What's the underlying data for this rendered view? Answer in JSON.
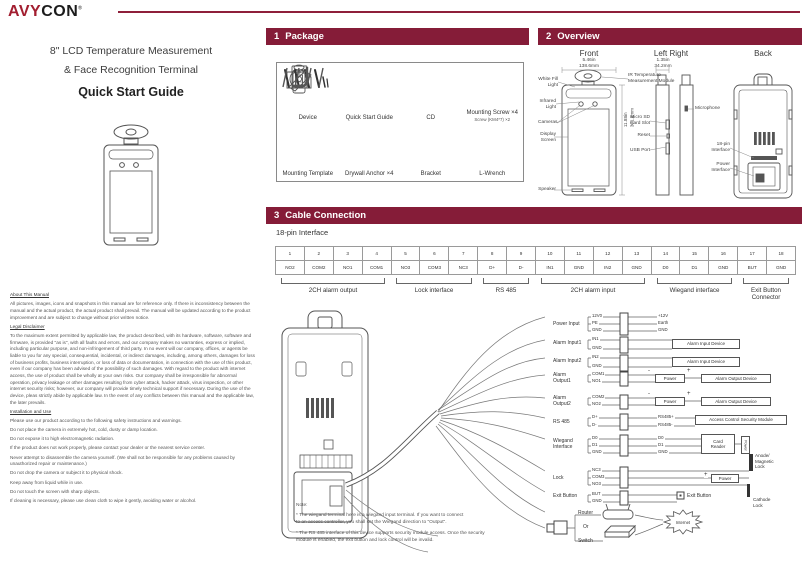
{
  "colors": {
    "brand_red": "#a21e30",
    "bar_maroon": "#851c38"
  },
  "header": {
    "logo_red": "AVY",
    "logo_black": "CON",
    "logo_reg": "®"
  },
  "intro": {
    "title_line1": "8\" LCD Temperature Measurement",
    "title_line2": "& Face Recognition Terminal",
    "title_line3": "Quick Start Guide"
  },
  "sections": {
    "s1_num": "1",
    "s1_label": "Package",
    "s2_num": "2",
    "s2_label": "Overview",
    "s3_num": "3",
    "s3_label": "Cable Connection"
  },
  "package": {
    "items": [
      {
        "label": "Device"
      },
      {
        "label": "Quick Start Guide"
      },
      {
        "label": "CD"
      },
      {
        "label": "Mounting Screw ×4",
        "sub": "Screw (KM4*7) ×2"
      },
      {
        "label": "Mounting Template"
      },
      {
        "label": "Drywall Anchor ×4"
      },
      {
        "label": "Bracket"
      },
      {
        "label": "L-Wrench"
      }
    ]
  },
  "overview": {
    "front_title": "Front",
    "side_title": "Left Right",
    "back_title": "Back",
    "front_w_in": "5.46in",
    "front_w_mm": "138.6mm",
    "front_h": "11.88in\n301.8mm",
    "side_w_in": "1.35in",
    "side_w_mm": "34.2mm",
    "white_fill_light": "White Fill\nLight",
    "infrared_light": "Infrared\nLight",
    "cameras": "Cameras",
    "display_screen": "Display\nScreen",
    "speaker": "Speaker",
    "ir_module": "IR Temperature\nMeasurement Module",
    "micro_sd": "Micro SD\nCard Slot",
    "reset": "Reset",
    "usb_port": "USB Port",
    "microphone": "Microphone",
    "pin18_interface": "18-pin\nInterface",
    "power_interface": "Power\nInterface"
  },
  "cable": {
    "subtitle": "18-pin Interface",
    "pins": [
      {
        "n": "1",
        "t": "NO2"
      },
      {
        "n": "2",
        "t": "COM2"
      },
      {
        "n": "3",
        "t": "NO1"
      },
      {
        "n": "4",
        "t": "COM1"
      },
      {
        "n": "5",
        "t": "NO3"
      },
      {
        "n": "6",
        "t": "COM3"
      },
      {
        "n": "7",
        "t": "NC3"
      },
      {
        "n": "8",
        "t": "D+"
      },
      {
        "n": "9",
        "t": "D-"
      },
      {
        "n": "10",
        "t": "IN1"
      },
      {
        "n": "11",
        "t": "GND"
      },
      {
        "n": "12",
        "t": "IN2"
      },
      {
        "n": "13",
        "t": "GND"
      },
      {
        "n": "14",
        "t": "D0"
      },
      {
        "n": "15",
        "t": "D1"
      },
      {
        "n": "16",
        "t": "GND"
      },
      {
        "n": "17",
        "t": "BUT"
      },
      {
        "n": "18",
        "t": "GND"
      }
    ],
    "groups": [
      "2CH alarm output",
      "Lock interface",
      "RS 485",
      "2CH alarm input",
      "Wiegand interface",
      "Exit Button\nConnector"
    ],
    "w": {
      "r0_label": "Power Input",
      "r0_p0": "12V0",
      "r0_p1": "PE",
      "r0_p2": "GND",
      "r0_o0": "+12V",
      "r0_o1": "Earth",
      "r0_o2": "GND",
      "r1_label": "Alarm Input1",
      "r1_p0": "IN1",
      "r1_p1": "GND",
      "r1_dev": "Alarm Input Device",
      "r2_label": "Alarm Input2",
      "r2_p0": "IN2",
      "r2_p1": "GND",
      "r2_dev": "Alarm Input Device",
      "r3_label": "Alarm\nOutput1",
      "r3_p0": "COM1",
      "r3_p1": "NO1",
      "r3_pwr": "Power",
      "r3_dev": "Alarm Output Device",
      "r4_label": "Alarm\nOutput2",
      "r4_p0": "COM2",
      "r4_p1": "NO2",
      "r4_pwr": "Power",
      "r4_dev": "Alarm Output Device",
      "r5_label": "RS 485",
      "r5_p0": "D+",
      "r5_p1": "D-",
      "r5_o0": "RS485+",
      "r5_o1": "RS485-",
      "r5_dev": "Access Control Security Module",
      "r6_label": "Wiegand\nInterface",
      "r6_p0": "D0",
      "r6_p1": "D1",
      "r6_p2": "GND",
      "r6_o0": "D0",
      "r6_o1": "D1",
      "r6_o2": "GND",
      "r6_dev": "Card\nReader",
      "r6_pwr": "Power",
      "r7_label": "Lock",
      "r7_p0": "NC3",
      "r7_p1": "COM3",
      "r7_p2": "NO3",
      "r7_pwr": "Power",
      "r7_dev1": "Anode/\nMagnetic\nLock",
      "r7_dev2": "Cathode\nLock",
      "r8_label": "Exit Button",
      "r8_p0": "BUT",
      "r8_p1": "GND",
      "r8_dev": "Exit Button",
      "minus": "-",
      "plus": "+",
      "router": "Router",
      "or": "Or",
      "switch": "Switch",
      "internet": "Internet"
    },
    "note_title": "Note:",
    "note1": "* The wiegand terminal here is a wiegand input terminal. If you want to connect\nto an access controller, you shall set the Wiegand direction to \"Output\".",
    "note2": "* The RS 485 interface of this device supports security module access. Once the security\nmodule is enabled, the exit button and lock control will be invalid."
  },
  "manual": {
    "about_title": "About This Manual",
    "about_body": "All pictures, images, icons and snapshots in this manual are for reference only. If there is inconsistency between the manual and the actual product, the actual product shall prevail. The manual will be updated according to the product improvement and are subject to change without prior written notice.",
    "legal_title": "Legal Disclaimer",
    "legal_body": "To the maximum extent permitted by applicable law, the product described, with its hardware, software, software and firmware, is provided \"as is\", with all faults and errors, and our company makes no warranties, express or implied, including particular purpose, and non-infringement of third party. In no event will our company, offices, or agents be liable to you for any special, consequential, incidental, or indirect damages, including, among others, damages for loss of business profits, business interruption, or loss of data or documentation, in connection with the use of this product, even if our company has been advised of the possibility of such damages. With regard to the product with internet access, the use of product shall be wholly at your own risks. Our company shall be irresponsible for abnormal operation, privacy leakage or other damages resulting from cyber attack, hacker attack, virus inspection, or other internet security risks; however, our company will provide timely technical support if necessary. During the use of the device, pleas strictly abide by applicable law. In the event of any conflicts between this manual and the applicable law, the later prevails.",
    "install_title": "Installation and Use",
    "install_lines": [
      "Please use our product according to the following safety instructions and warnings.",
      "Do not place the camera in extremely hot, cold, dusty or damp location.",
      "Do not expose it to high electromagnetic radiation.",
      "If the product does not work properly, please contact your dealer or the nearest service center.",
      "Never attempt to disassemble the camera yourself. (We shall not be responsible for any problems caused by unauthorized repair or maintenance.)",
      "Do not drop the camera or subject it to physical shock.",
      "Keep away from liquid while in use.",
      "Do not touch the screen with sharp objects.",
      "If cleaning is necessary, please use clean cloth to wipe it gently, avoiding water or alcohol."
    ]
  }
}
